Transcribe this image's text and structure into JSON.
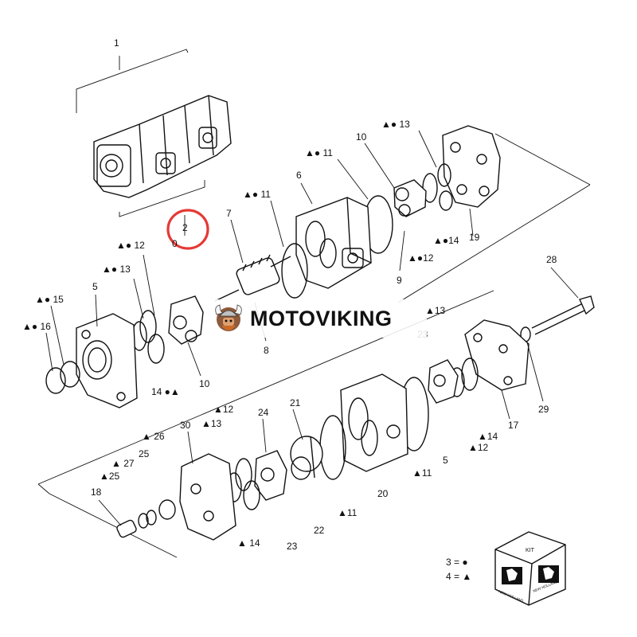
{
  "callouts": {
    "c1": "1",
    "c2": "2",
    "c0": "0",
    "c6": "6",
    "c7": "7",
    "c8": "8",
    "c9": "9",
    "c10a": "10",
    "c10b": "10",
    "c11a": "▲● 11",
    "c11b": "▲● 11",
    "c11c": "▲11",
    "c11d": "▲11",
    "c12a": "▲● 12",
    "c12b": "▲●12",
    "c12c": "▲12",
    "c12d": "▲12",
    "c13a": "▲● 13",
    "c13b": "▲● 13",
    "c13c": "▲13",
    "c13d": "▲13",
    "c14a": "14 ●▲",
    "c14b": "▲●14",
    "c14c": "▲14",
    "c14d": "▲ 14",
    "c15": "▲● 15",
    "c16": "▲● 16",
    "c5a": "5",
    "c5b": "5",
    "c17": "17",
    "c18": "18",
    "c19": "19",
    "c20": "20",
    "c21": "21",
    "c22": "22",
    "c23a": "23",
    "c23b": "23",
    "c24": "24",
    "c25a": "25",
    "c25b": "▲25",
    "c26": "▲ 26",
    "c27": "▲ 27",
    "c28": "28",
    "c29": "29",
    "c30": "30"
  },
  "kit_legend": {
    "line3": "3 = ●",
    "line4": "4 = ▲",
    "kit_label": "KIT",
    "logo_text_1": "NEW HOLLAND",
    "logo_text_2": "NEW HOLLAND"
  },
  "watermark": {
    "brand": "MOTOVIKING",
    "logo_icon": "viking-head-icon"
  },
  "highlight": {
    "color": "#e53935",
    "target_callout": "2"
  }
}
